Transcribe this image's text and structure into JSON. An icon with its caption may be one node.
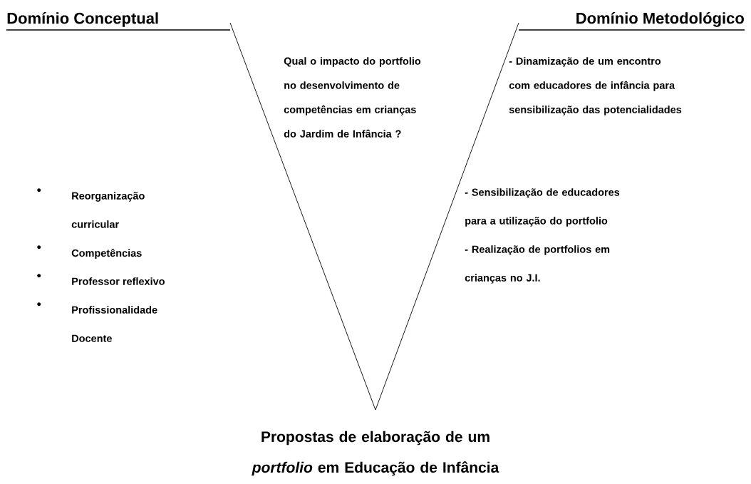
{
  "diagram": {
    "caption": "Propostas de elaboração de um *portfolio* em Educação de Infância",
    "labels": [
      "Domínio Conceptual",
      "Domínio Metodológico",
      "Qual o impacto do portfolio no desenvolvimento de competências em crianças do Jardim de Infância ?",
      "- Dinamização de um encontro com educadores de infância para sensibilização das potencialidades",
      "Reorganização curricular",
      "Competências",
      "Professor reflexivo",
      "Profissionalidade Docente",
      "- Sensibilização de educadores para a utilização do portfolio",
      "- Realização de portfolios em crianças no J.I."
    ]
  }
}
